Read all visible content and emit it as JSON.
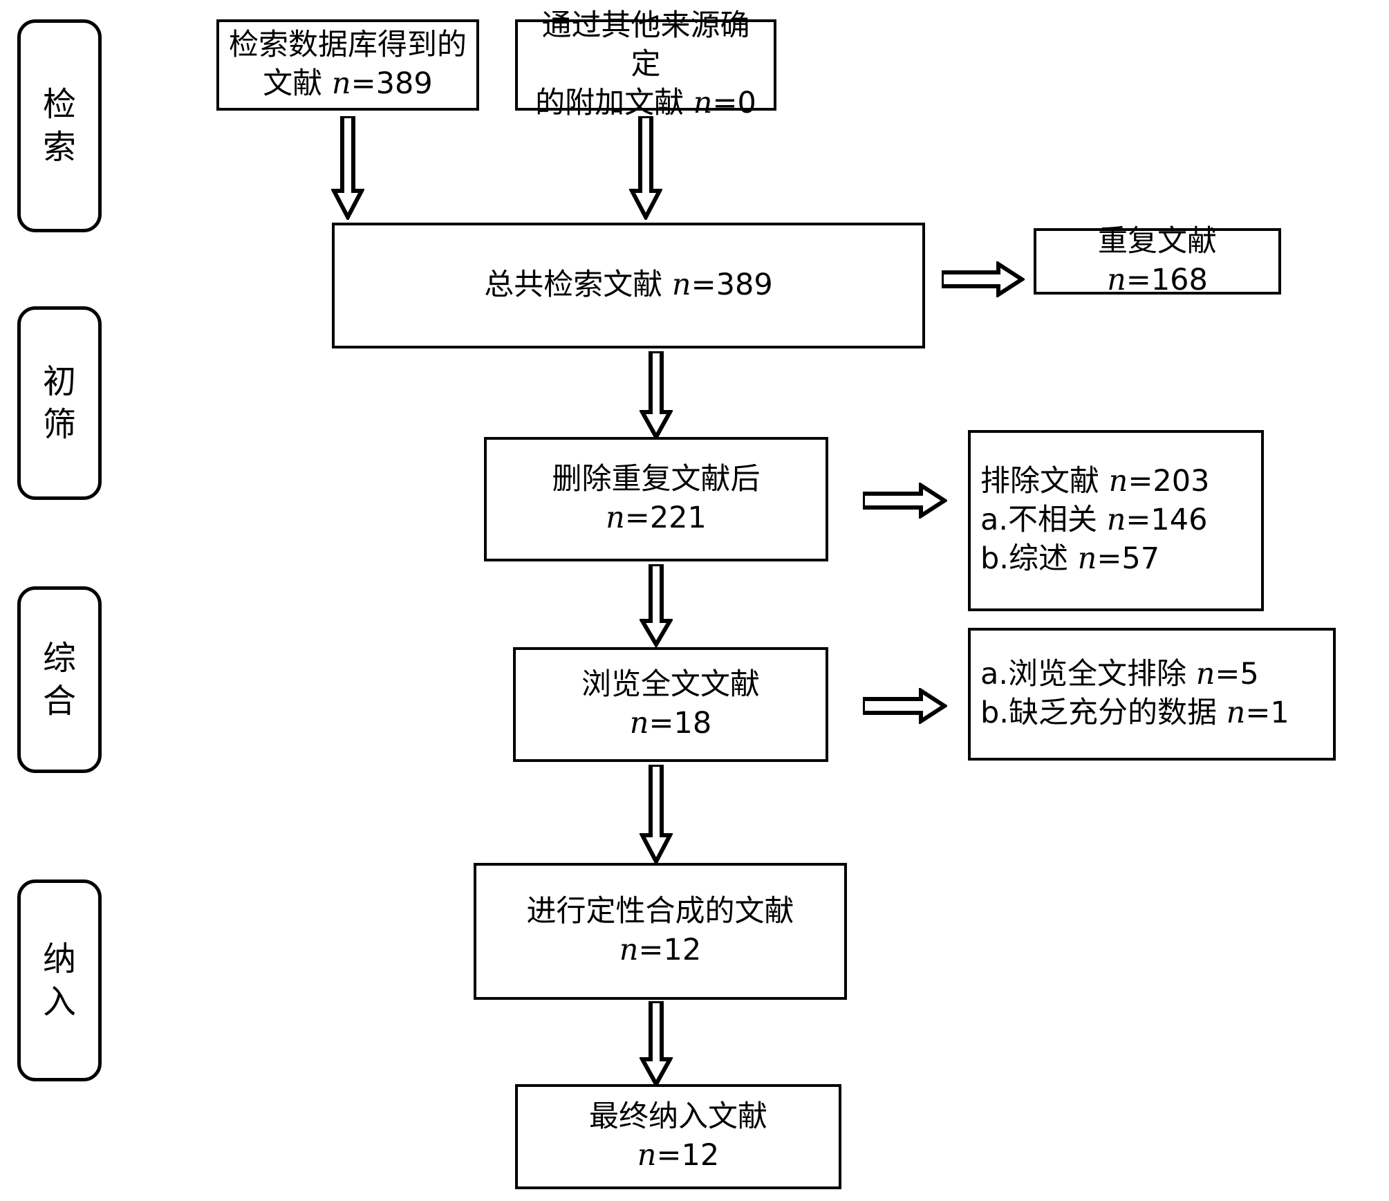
{
  "diagram": {
    "title": "PRISMA 文献筛选流程图",
    "stroke_color": "#000000",
    "fill_color": "#ffffff"
  },
  "stages": [
    {
      "id": "stage-search",
      "label": "检\n索"
    },
    {
      "id": "stage-screening",
      "label": "初\n筛"
    },
    {
      "id": "stage-synthesis",
      "label": "综\n合"
    },
    {
      "id": "stage-included",
      "label": "纳\n入"
    }
  ],
  "boxes": {
    "database_records": {
      "line1": "检索数据库得到的",
      "line2_prefix": "文献 ",
      "n_symbol": "n",
      "line2_value": "=389"
    },
    "other_sources": {
      "line1": "通过其他来源确定",
      "line2_prefix": "的附加文献 ",
      "n_symbol": "n",
      "line2_value": "=0"
    },
    "total_records": {
      "line1_prefix": "总共检索文献 ",
      "n_symbol": "n",
      "line1_value": "=389"
    },
    "duplicates": {
      "line1_prefix": "重复文献 ",
      "n_symbol": "n",
      "line1_value": "=168"
    },
    "after_duplicates": {
      "line1": "删除重复文献后",
      "n_symbol": "n",
      "line2_value": "=221"
    },
    "excluded_records": {
      "l1_prefix": "排除文献 ",
      "l1_n": "n",
      "l1_value": "=203",
      "l2_prefix": "a.不相关 ",
      "l2_n": "n",
      "l2_value": "=146",
      "l3_prefix": "b.综述 ",
      "l3_n": "n",
      "l3_value": "=57"
    },
    "fulltext_reviewed": {
      "line1": "浏览全文文献",
      "n_symbol": "n",
      "line2_value": "=18"
    },
    "fulltext_excluded": {
      "l1_prefix": "a.浏览全文排除 ",
      "l1_n": "n",
      "l1_value": "=5",
      "l2_prefix": "b.缺乏充分的数据 ",
      "l2_n": "n",
      "l2_value": "=1"
    },
    "qualitative": {
      "line1": "进行定性合成的文献",
      "n_symbol": "n",
      "line2_value": "=12"
    },
    "final_included": {
      "line1": "最终纳入文献",
      "n_symbol": "n",
      "line2_value": "=12"
    }
  },
  "arrows": [
    {
      "id": "arrow-db-to-total",
      "direction": "down"
    },
    {
      "id": "arrow-other-to-total",
      "direction": "down"
    },
    {
      "id": "arrow-total-to-duplicates",
      "direction": "right"
    },
    {
      "id": "arrow-total-to-after",
      "direction": "down"
    },
    {
      "id": "arrow-after-to-excluded",
      "direction": "right"
    },
    {
      "id": "arrow-after-to-fulltext",
      "direction": "down"
    },
    {
      "id": "arrow-fulltext-to-excl",
      "direction": "right"
    },
    {
      "id": "arrow-fulltext-to-qual",
      "direction": "down"
    },
    {
      "id": "arrow-qual-to-final",
      "direction": "down"
    }
  ]
}
